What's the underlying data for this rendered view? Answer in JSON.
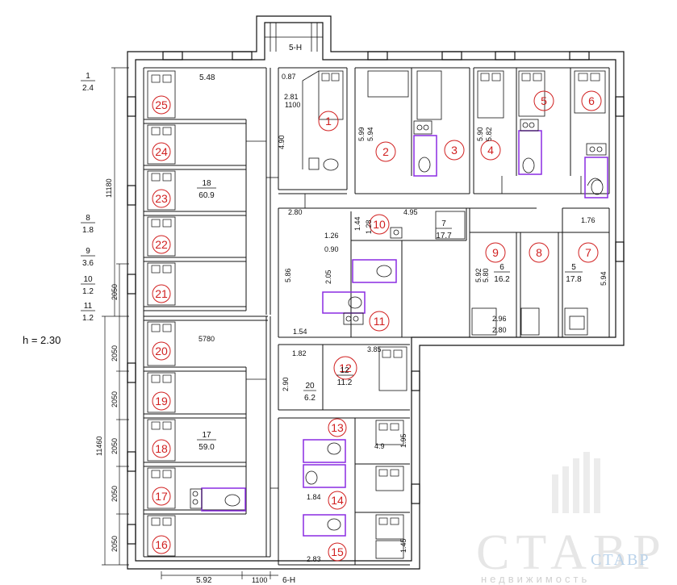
{
  "height_label": "h = 2.30",
  "stair_labels": {
    "top": "5-H",
    "bottom": "6-H"
  },
  "outer_dims": {
    "left_total_top": "11180",
    "left_total_bottom": "11460",
    "spacing": "2050",
    "bottom_left": "5.92",
    "bottom_mid": "1100",
    "top_small": "1100",
    "inner_width": "5780"
  },
  "room_labels": [
    {
      "id": "1",
      "code": "1",
      "area": "2.4"
    },
    {
      "id": "8",
      "code": "8",
      "area": "1.8"
    },
    {
      "id": "9",
      "code": "9",
      "area": "3.6"
    },
    {
      "id": "10",
      "code": "10",
      "area": "1.2"
    },
    {
      "id": "11",
      "code": "11",
      "area": "1.2"
    },
    {
      "id": "18",
      "code": "18",
      "area": "60.9"
    },
    {
      "id": "17",
      "code": "17",
      "area": "59.0"
    },
    {
      "id": "12",
      "code": "12",
      "area": "11.2"
    },
    {
      "id": "20",
      "code": "20",
      "area": "6.2"
    },
    {
      "id": "6",
      "code": "6",
      "area": "16.2"
    },
    {
      "id": "5",
      "code": "5",
      "area": "17.8"
    },
    {
      "id": "7",
      "code": "7",
      "area": "17.7"
    }
  ],
  "dims": {
    "d548": "5.48",
    "d087": "0.87",
    "d281": "2.81",
    "d490": "4.90",
    "d599": "5.99",
    "d594": "5.94",
    "d590": "5.90",
    "d582": "5.82",
    "d280": "2.80",
    "d495": "4.95",
    "d176": "1.76",
    "d126": "1.26",
    "d090": "0.90",
    "d586": "5.86",
    "d205": "2.05",
    "d154": "1.54",
    "d144": "1.44",
    "d128": "1.28",
    "d592": "5.92",
    "d580": "5.80",
    "d594b": "5.94",
    "d296": "2.96",
    "d280b": "2.80",
    "d182": "1.82",
    "d385": "3.85",
    "d290": "2.90",
    "d283": "2.83",
    "d049": "4.9",
    "d195": "1.95",
    "d145": "1.45",
    "d183": "1.84",
    "d020": "0.87",
    "d290b": "2.90"
  },
  "room_numbers": [
    "1",
    "2",
    "3",
    "4",
    "5",
    "6",
    "7",
    "8",
    "9",
    "10",
    "11",
    "12",
    "13",
    "14",
    "15",
    "16",
    "17",
    "18",
    "19",
    "20",
    "21",
    "22",
    "23",
    "24",
    "25"
  ],
  "watermark": {
    "big": "СТАВР",
    "small": "недвижимость",
    "blue": "СТАВР"
  },
  "colors": {
    "line": "#111111",
    "room_number": "#d12020",
    "plumbing": "#8a2be2",
    "watermark": "#e6e6e6"
  }
}
